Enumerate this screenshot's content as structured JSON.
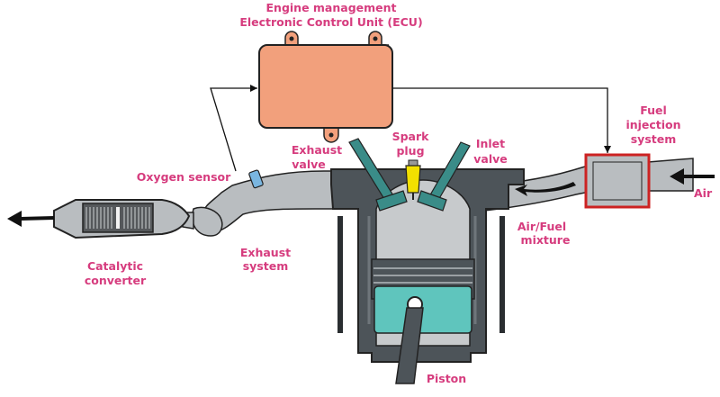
{
  "labels": {
    "ecu_line1": "Engine management",
    "ecu_line2": "Electronic Control Unit (ECU)",
    "fuel_line1": "Fuel",
    "fuel_line2": "injection",
    "fuel_line3": "system",
    "spark_line1": "Spark",
    "spark_line2": "plug",
    "exhaust_valve_line1": "Exhaust",
    "exhaust_valve_line2": "valve",
    "inlet_valve_line1": "Inlet",
    "inlet_valve_line2": "valve",
    "oxygen_sensor": "Oxygen sensor",
    "air": "Air",
    "air_fuel_line1": "Air/Fuel",
    "air_fuel_line2": "mixture",
    "exhaust_system_line1": "Exhaust",
    "exhaust_system_line2": "system",
    "catalytic_line1": "Catalytic",
    "catalytic_line2": "converter",
    "piston": "Piston"
  },
  "colors": {
    "label": "#d63c7e",
    "ecu_fill": "#f2a07c",
    "pipe": "#b9bdc0",
    "engine_block": "#4d5459",
    "cylinder": "#c7cacc",
    "piston": "#5fc5bd",
    "fuel_box_border": "#cc2222",
    "spark_plug": "#f2e000",
    "oxygen_sensor": "#7ab6e0"
  }
}
